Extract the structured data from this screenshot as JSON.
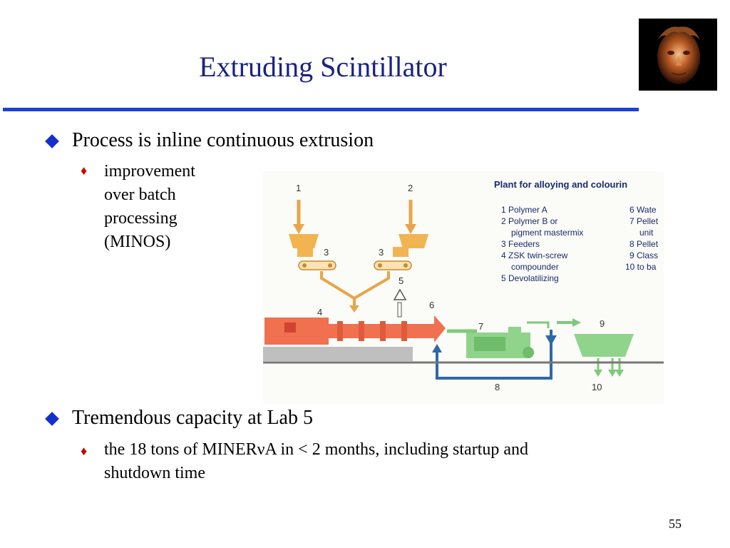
{
  "slide": {
    "title": "Extruding Scintillator",
    "page_number": "55",
    "bullets": [
      {
        "text": "Process is inline continuous extrusion",
        "subs": [
          "improvement",
          "over batch",
          "processing",
          "(MINOS)"
        ]
      },
      {
        "text": "Tremendous capacity at Lab 5",
        "subs": [
          "the 18 tons of MINERνA in < 2 months, including startup and",
          "shutdown time"
        ]
      }
    ]
  },
  "diagram": {
    "title": "Plant for alloying and colourin",
    "legend_left": [
      "1 Polymer A",
      "2 Polymer B or",
      "pigment mastermix",
      "3 Feeders",
      "4 ZSK twin-screw",
      "compounder",
      "5 Devolatilizing"
    ],
    "legend_right": [
      "6 Wate",
      "7 Pellet",
      "unit",
      "8 Pellet",
      "9 Class",
      "10 to ba"
    ],
    "numbers": {
      "n1": "1",
      "n2": "2",
      "n3a": "3",
      "n3b": "3",
      "n4": "4",
      "n5": "5",
      "n6": "6",
      "n7": "7",
      "n8": "8",
      "n9": "9",
      "n10": "10"
    }
  },
  "colors": {
    "title": "#1a237e",
    "rule": "#1e3fd8",
    "bullet": "#1430cc",
    "sub_bullet": "#cc0000"
  }
}
